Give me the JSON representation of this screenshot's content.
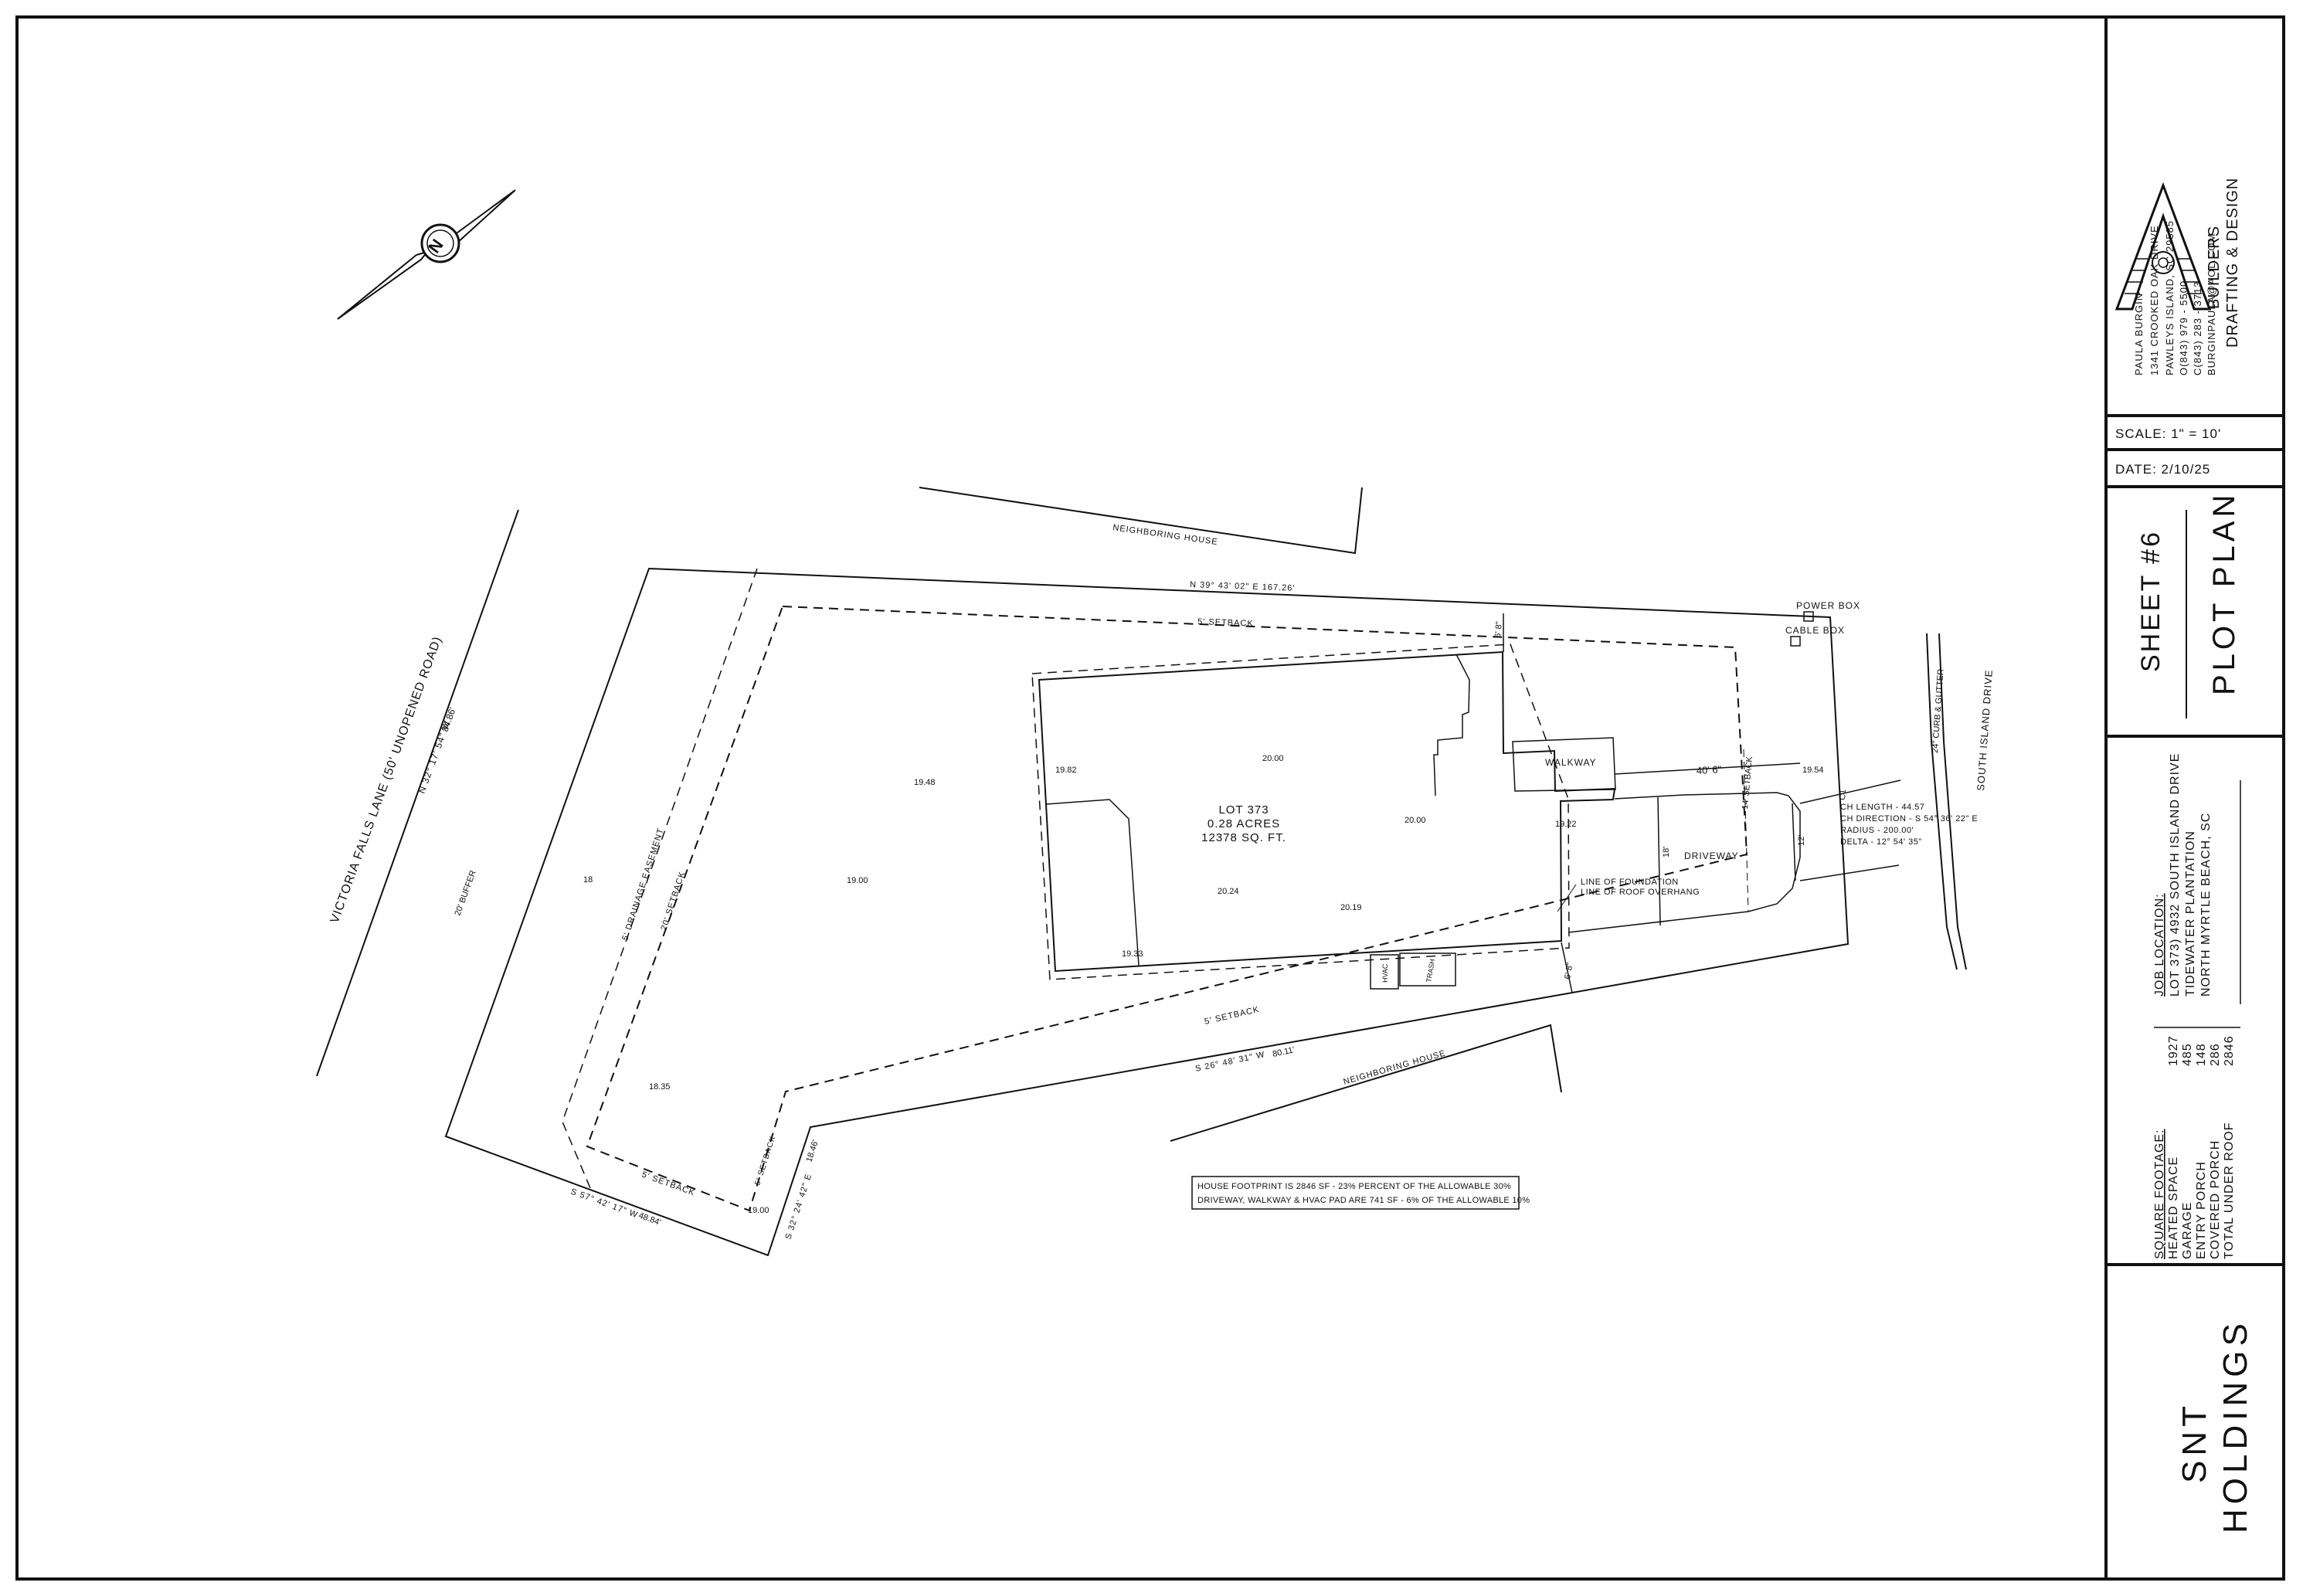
{
  "title_block": {
    "company": {
      "name": "PAULA BURGIN",
      "address1": "1341 CROOKED OAK DRIVE",
      "address2": "PAWLEYS ISLAND, SC 29585",
      "phone_o": "O(843) 979 - 5500",
      "phone_c": "C(843) 283 - 3713",
      "email": "BURGINPAULA@AOL.COM",
      "logo_line1": "BUILDERS",
      "logo_line2": "DRAFTING & DESIGN"
    },
    "scale": "SCALE: 1\" = 10'",
    "date": "DATE: 2/10/25",
    "sheet_number": "SHEET #6",
    "sheet_title": "PLOT PLAN",
    "job_location": {
      "heading": "JOB LOCATION:",
      "line1": "LOT 373) 4932 SOUTH ISLAND DRIVE",
      "line2": "TIDEWATER PLANTATION",
      "line3": "NORTH MYRTLE BEACH, SC"
    },
    "square_footage": {
      "heading": "SQUARE FOOTAGE:",
      "rows": [
        {
          "label": "HEATED SPACE",
          "value": "1927"
        },
        {
          "label": "GARAGE",
          "value": "485"
        },
        {
          "label": "ENTRY PORCH",
          "value": "148"
        },
        {
          "label": "COVERED PORCH",
          "value": "286"
        },
        {
          "label": "TOTAL UNDER ROOF",
          "value": "2846"
        }
      ]
    },
    "client": {
      "line1": "SNT",
      "line2": "HOLDINGS"
    }
  },
  "plan": {
    "north_label": "N",
    "road_left": "VICTORIA FALLS LANE (50' UNOPENED ROAD)",
    "road_left_bearing": "N 32° 17' 54\" W",
    "road_left_dist": "84.86'",
    "buffer": "20' BUFFER",
    "drainage_easement": "5' DRAINAGE EASEMENT",
    "setback_20_left": "20' SETBACK",
    "top_bearing": "N 39° 43' 02\" E 167.26'",
    "setback_5_top": "5' SETBACK",
    "setback_5_bottom": "5' SETBACK",
    "setback_5_bl": "5' SETBACK",
    "setback_5_rear": "5' SETBACK",
    "setback_14": "14' SETBACK",
    "neighbor_top": "NEIGHBORING HOUSE",
    "neighbor_bottom": "NEIGHBORING HOUSE",
    "power_box": "POWER BOX",
    "cable_box": "CABLE BOX",
    "lot": {
      "line1": "LOT 373",
      "line2": "0.28 ACRES",
      "line3": "12378 SQ. FT."
    },
    "elevations": {
      "e1982": "19.82",
      "e2000a": "20.00",
      "e2000b": "20.00",
      "e1948": "19.48",
      "e1900": "19.00",
      "e1922": "19.22",
      "e2024": "20.24",
      "e2019": "20.19",
      "e1933": "19.33",
      "e1835": "18.35",
      "e1900b": "19.00",
      "e1954": "19.54",
      "e18": "18"
    },
    "walkway": "WALKWAY",
    "driveway": "DRIVEWAY",
    "dim_40_6": "40' 6\"",
    "dim_18": "18'",
    "dim_12": "12'",
    "dim_6_8_top": "6' 8\"",
    "dim_6_8_bottom": "6' 8\"",
    "hvac": "HVAC",
    "trash": "TRASH",
    "line_foundation": "LINE OF FOUNDATION",
    "line_overhang": "LINE OF ROOF OVERHANG",
    "curve": {
      "label": "C1",
      "ch_length": "CH LENGTH - 44.57",
      "ch_direction": "CH DIRECTION - S 54° 36' 22\" E",
      "radius": "RADIUS - 200.00'",
      "delta": "DELTA - 12° 54' 35\""
    },
    "curb_gutter": "24\" CURB & GUTTER",
    "road_right": "SOUTH ISLAND DRIVE",
    "bottom_bearing": "S 26° 48' 31\" W",
    "bottom_dist": "80.11'",
    "left_bottom_bearing": "S 57° 42' 17\" W",
    "left_bottom_dist": "48.84'",
    "right_bottom_bearing": "S 32° 24' 42\" E",
    "right_bottom_dist": "18.46'",
    "note1": "HOUSE FOOTPRINT IS 2846 SF - 23% PERCENT OF THE ALLOWABLE 30%",
    "note2": "DRIVEWAY, WALKWAY & HVAC PAD ARE 741 SF - 6% OF THE ALLOWABLE 10%"
  }
}
